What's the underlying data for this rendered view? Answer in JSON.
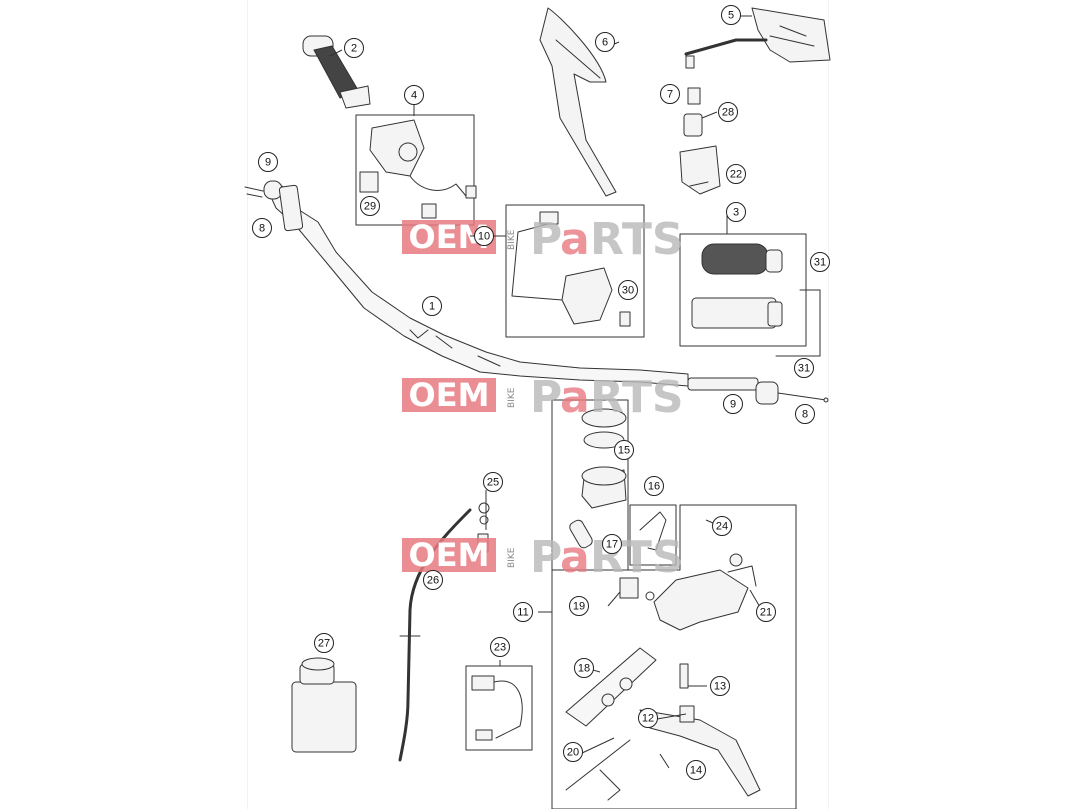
{
  "watermark": {
    "oem": "OEM",
    "bike": "BIKE",
    "parts_p": "P",
    "parts_a": "a",
    "parts_rest": "RTS"
  },
  "callouts": {
    "c1": "1",
    "c2": "2",
    "c3": "3",
    "c4": "4",
    "c5": "5",
    "c6": "6",
    "c7": "7",
    "c8a": "8",
    "c8b": "8",
    "c9a": "9",
    "c9b": "9",
    "c10": "10",
    "c11": "11",
    "c12": "12",
    "c13": "13",
    "c14": "14",
    "c15": "15",
    "c16": "16",
    "c17": "17",
    "c18": "18",
    "c19": "19",
    "c20": "20",
    "c21": "21",
    "c22": "22",
    "c23": "23",
    "c24": "24",
    "c25": "25",
    "c26": "26",
    "c27": "27",
    "c28": "28",
    "c29": "29",
    "c30": "30",
    "c31a": "31",
    "c31b": "31"
  },
  "colors": {
    "line": "#333333",
    "part_fill": "#f4f4f4",
    "watermark_red": "#e87a80",
    "watermark_grey": "#b9b9b9"
  }
}
